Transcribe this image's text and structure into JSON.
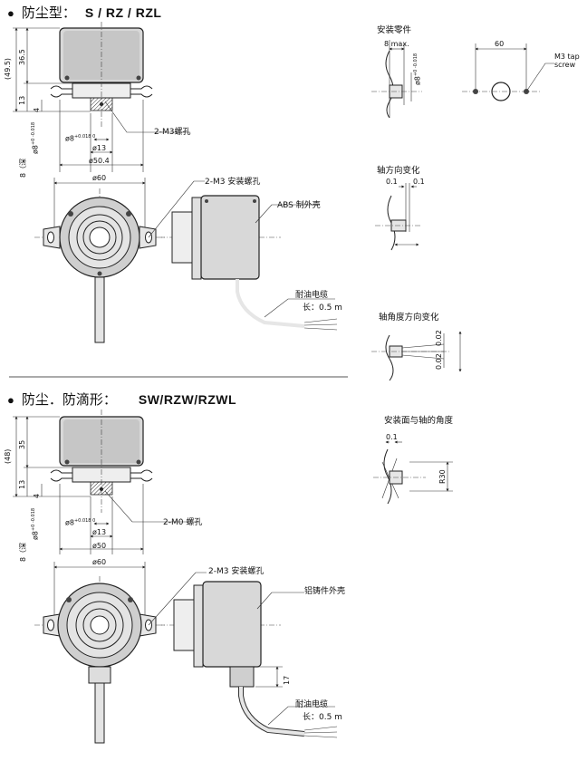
{
  "section1": {
    "title": "防尘型：",
    "model": "S / RZ / RZL",
    "dims": {
      "overall": "(49.5)",
      "body_h": "36.5",
      "flange_h": "13",
      "shaft_len": "4",
      "shaft_dia": "ø8",
      "shaft_tol": "+0 -0.018",
      "depth": "8（深",
      "pilot_dia": "ø8",
      "pilot_tol": "+0.018 0",
      "boss_dia": "ø13",
      "flange_dia": "ø50.4",
      "front_dia": "ø60"
    },
    "callouts": {
      "tap_holes_side": "2-M3螺孔",
      "mount_holes": "2-M3 安装螺孔",
      "housing": "ABS 制外壳",
      "cable": "耐油电缆",
      "cable_len": "长：0.5 m"
    }
  },
  "section2": {
    "title": "防尘．防滴形：",
    "model": "SW/RZW/RZWL",
    "dims": {
      "overall": "(48)",
      "body_h": "35",
      "flange_h": "13",
      "shaft_len": "4",
      "shaft_dia": "ø8",
      "shaft_tol": "+0 -0.018",
      "depth": "8（深",
      "pilot_dia": "ø8",
      "pilot_tol": "+0.018 0",
      "boss_dia": "ø13",
      "flange_dia": "ø50",
      "front_dia": "ø60",
      "gland_h": "17"
    },
    "callouts": {
      "tap_holes_side": "2-M0 螺孔",
      "mount_holes": "2-M3 安装螺孔",
      "housing": "铝铸件外壳",
      "cable": "耐油电缆",
      "cable_len": "长：0.5 m"
    }
  },
  "mount_parts": {
    "title": "安装零件",
    "gap": "8 max.",
    "shaft": "ø8",
    "shaft_tol": "+0 -0.018",
    "spacing": "60",
    "tap": "M3 tap",
    "tap2": "screw"
  },
  "axial": {
    "title": "轴方向变化",
    "v1": "0.1",
    "v2": "0.1"
  },
  "angular": {
    "title": "轴角度方向变化",
    "v1": "0.02",
    "v2": "0.02"
  },
  "face_angle": {
    "title": "安装面与轴的角度",
    "v1": "0.1",
    "r": "R30"
  }
}
